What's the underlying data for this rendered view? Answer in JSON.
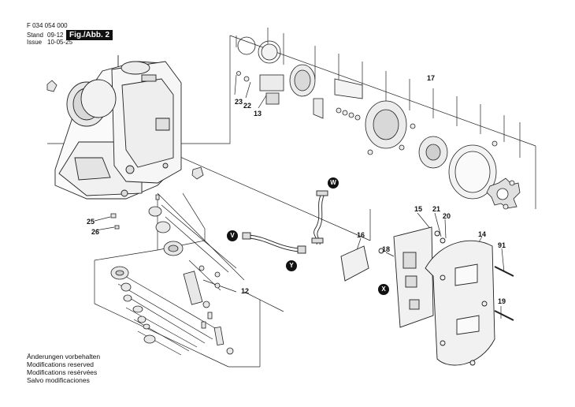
{
  "header": {
    "doc_number": "F 034 054 000",
    "stand_label": "Stand",
    "stand_value": "09-12",
    "issue_label": "Issue",
    "issue_value": "10-05-25",
    "figure_label": "Fig./Abb. 2"
  },
  "notes": [
    "Änderungen vorbehalten",
    "Modifications reserved",
    "Modifications resèrvées",
    "Salvo modificaciones"
  ],
  "callouts": {
    "p17": "17",
    "p23": "23",
    "p22": "22",
    "p13": "13",
    "p25": "25",
    "p26": "26",
    "p12": "12",
    "p15": "15",
    "p21": "21",
    "p20": "20",
    "p14": "14",
    "p16": "16",
    "p18": "18",
    "p91": "91",
    "p19": "19"
  },
  "connectors": {
    "w": "W",
    "v": "V",
    "y": "Y",
    "x": "X"
  }
}
